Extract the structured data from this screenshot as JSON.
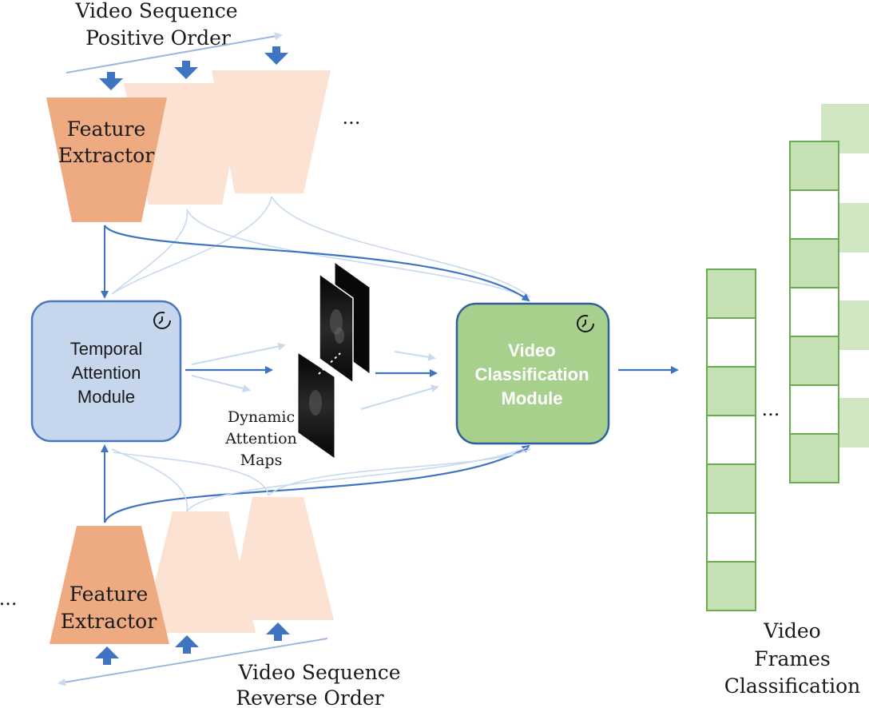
{
  "top_sequence": {
    "label_line1": "Video Sequence",
    "label_line2": "Positive Order",
    "extractor_line1": "Feature",
    "extractor_line2": "Extractor",
    "ellipsis": "..."
  },
  "bottom_sequence": {
    "label_line1": "Video Sequence",
    "label_line2": "Reverse Order",
    "extractor_line1": "Feature",
    "extractor_line2": "Extractor",
    "ellipsis": "..."
  },
  "temporal_attention_module": {
    "line1": "Temporal",
    "line2": "Attention",
    "line3": "Module",
    "icon": "clock-icon"
  },
  "attention_maps": {
    "line1": "Dynamic",
    "line2": "Attention",
    "line3": "Maps"
  },
  "video_classification_module": {
    "line1": "Video",
    "line2": "Classification",
    "line3": "Module",
    "icon": "clock-icon"
  },
  "frames_classification": {
    "line1": "Video",
    "line2": "Frames",
    "line3": "Classification",
    "ellipsis": "..."
  },
  "colors": {
    "extractor_main": "#eeaa80",
    "extractor_faded": "#fbe2d3",
    "arrow_blue": "#3f74c3",
    "arrow_faded": "#c9daf0",
    "temporal_fill": "#c6d6ec",
    "temporal_stroke": "#4a78c0",
    "classification_fill": "#a8d08d",
    "classification_stroke": "#2f5f9e",
    "cell_green": "#c5e0b3",
    "cell_stroke": "#6aaa50"
  }
}
